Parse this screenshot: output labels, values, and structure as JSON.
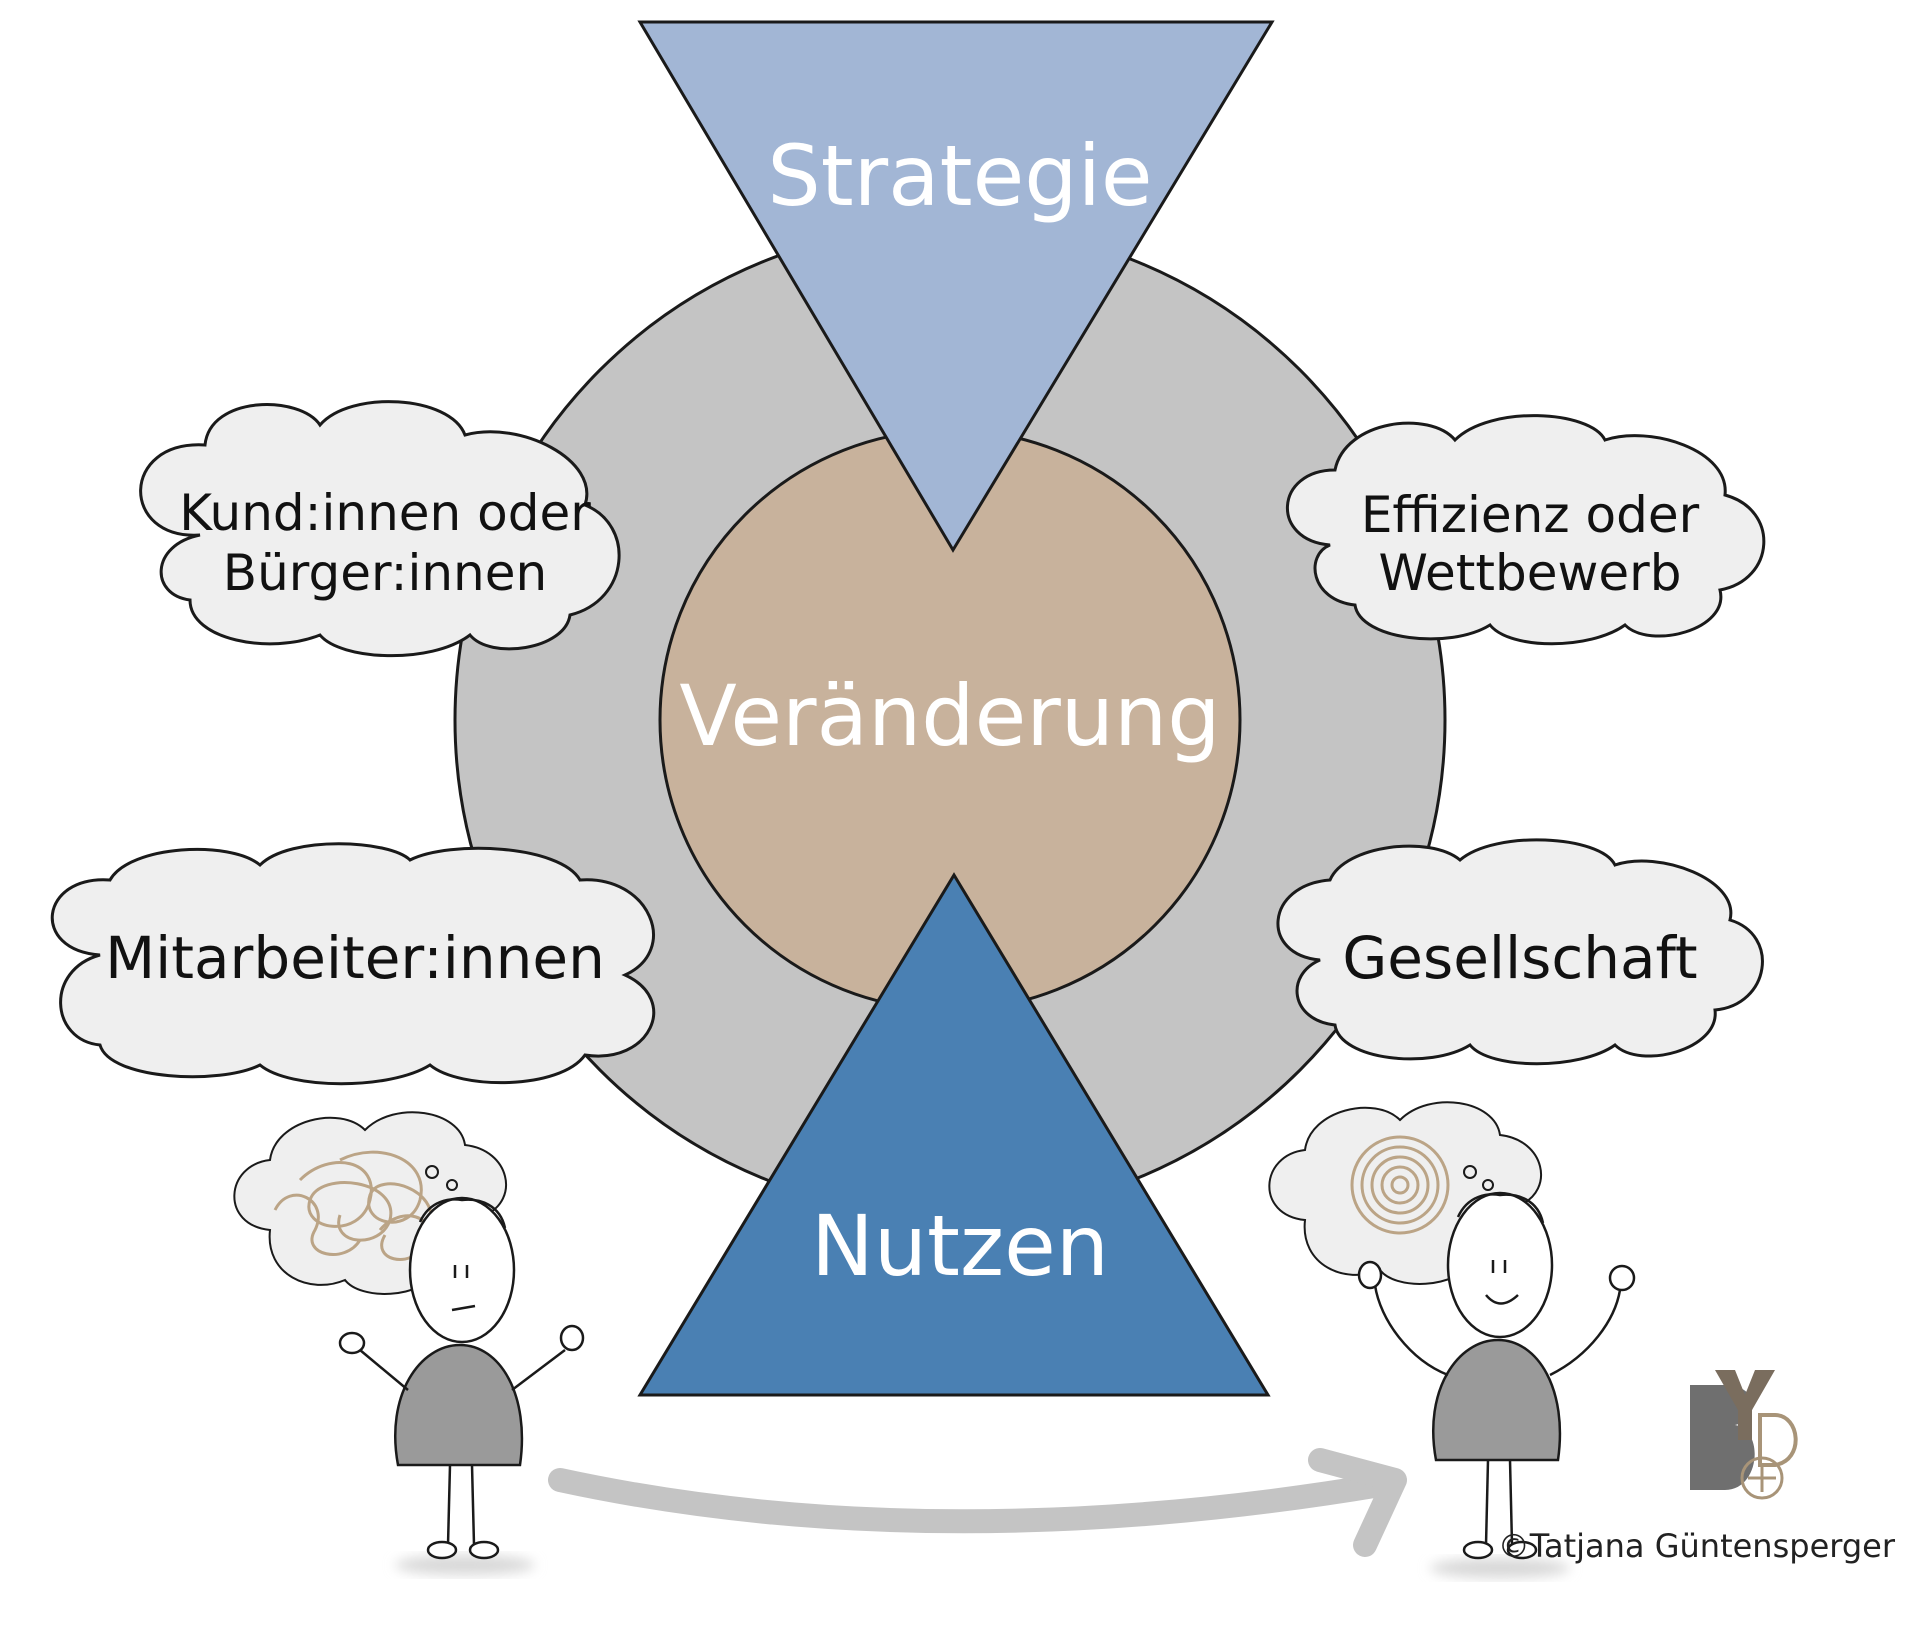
{
  "diagram": {
    "top_triangle": {
      "label": "Strategie",
      "color": "#a2b6d5"
    },
    "center_circle": {
      "label": "Veränderung",
      "color": "#c8b29c"
    },
    "outer_ring": {
      "color": "#c4c4c4"
    },
    "bottom_triangle": {
      "label": "Nutzen",
      "color": "#4a80b3"
    },
    "clouds": {
      "top_left": {
        "line1": "Kund:innen oder",
        "line2": "Bürger:innen"
      },
      "bottom_left": {
        "line1": "Mitarbeiter:innen"
      },
      "top_right": {
        "line1": "Effizienz oder",
        "line2": "Wettbewerb"
      },
      "bottom_right": {
        "line1": "Gesellschaft"
      }
    },
    "cloud_color": "#efefef",
    "thought_color": "#bba486",
    "person_body_color": "#9a9a9a",
    "arrow_color": "#c4c4c4",
    "logo": {
      "text": "BYD+",
      "color": "#7a6d5e"
    },
    "copyright": "©Tatjana Güntensperger"
  }
}
